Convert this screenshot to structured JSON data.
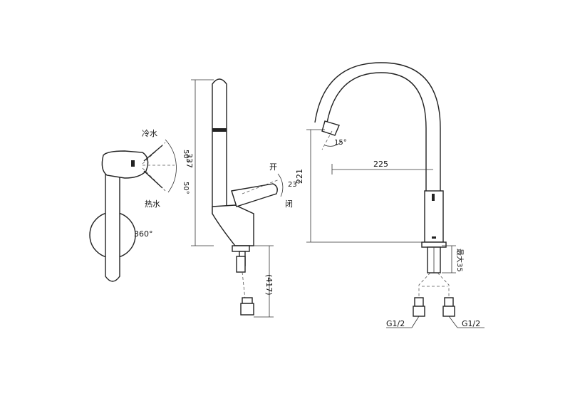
{
  "top_view": {
    "cold_label": "冷水",
    "hot_label": "热水",
    "angle_cold": "50°",
    "angle_hot": "50°",
    "rotation": "360°"
  },
  "side_view": {
    "height": "337",
    "handle_angle": "23°",
    "open_label": "开",
    "close_label": "闭",
    "pipe_length": "(417)"
  },
  "front_view": {
    "reach": "225",
    "spout_height": "221",
    "spout_angle": "15°",
    "max_thickness": "最大35",
    "thread_left": "G1/2",
    "thread_right": "G1/2"
  }
}
